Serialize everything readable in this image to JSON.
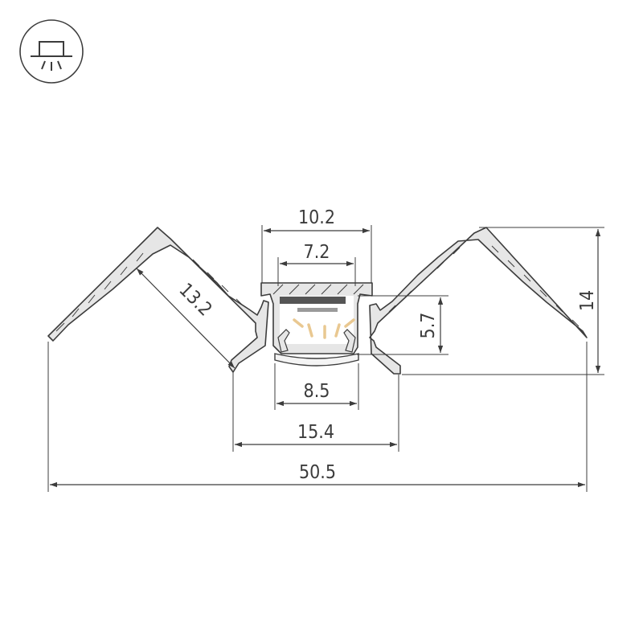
{
  "icon": {
    "name": "ceiling-downlight-icon"
  },
  "dimensions": {
    "top_width": "10.2",
    "inner_width": "7.2",
    "flange_length": "13.2",
    "depth": "5.7",
    "height": "14",
    "diffuser_width": "8.5",
    "base_width": "15.4",
    "total_width": "50.5"
  },
  "colors": {
    "line": "#3c3c3c",
    "profile_fill": "#e6e6e6",
    "diffuser_fill": "#f4f4f4",
    "led_strip": "#555555",
    "led_glow": "#e9c891"
  }
}
